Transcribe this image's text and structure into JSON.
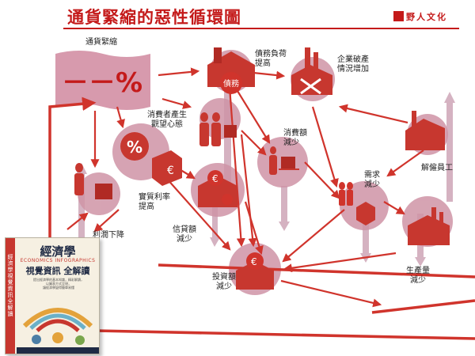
{
  "title": "通貨緊縮的惡性循環圖",
  "publisher": "野人文化",
  "colors": {
    "accent": "#c41a1a",
    "arrow": "#d0342c",
    "node": "#cf94a6",
    "pillar": "#c799ad",
    "building": "#c7372f"
  },
  "nodes": {
    "deflation": "通貨緊縮",
    "deflation_symbol": "－－%",
    "debt": "債務負荷\n提高",
    "debt_badge": "債務",
    "bankruptcy": "企業破產\n情況增加",
    "wait_and_see": "消費者產生\n觀望心態",
    "consumption": "消費額\n減少",
    "layoffs": "解僱員工",
    "real_rate": "實質利率\n提高",
    "real_rate_symbol": "%",
    "profit": "利潤下降",
    "credit": "信貸額\n減少",
    "demand": "需求\n減少",
    "investment": "投資額\n減少",
    "production": "生產量\n減少"
  },
  "book": {
    "title": "經濟學",
    "subtitle_en": "ECONOMICS INFOGRAPHICS",
    "subtitle": "視覺資訊 全解讀",
    "spine": "經濟學視覺資訊全解讀",
    "blurb": "提出經濟學的基本知識，精彩解讀，\n以圖表方式呈現，\n讓經濟學變得簡單易懂"
  }
}
